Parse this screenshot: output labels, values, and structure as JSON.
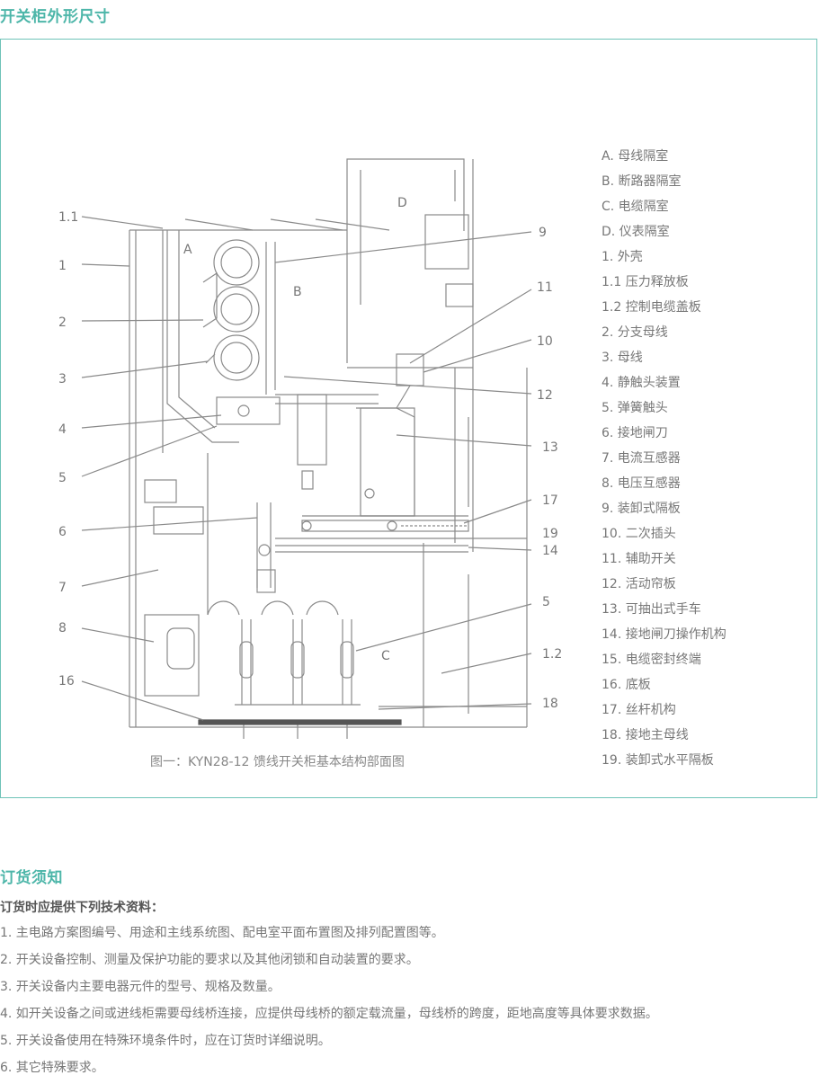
{
  "section1": {
    "title": "开关柜外形尺寸"
  },
  "figure": {
    "caption": "图一：KYN28-12 馈线开关柜基本结构部面图",
    "compartment_letters": [
      "A",
      "B",
      "C",
      "D"
    ],
    "callouts_left": [
      "1.1",
      "1",
      "2",
      "3",
      "4",
      "5",
      "6",
      "7",
      "8",
      "16"
    ],
    "callouts_right": [
      "9",
      "11",
      "10",
      "12",
      "13",
      "17",
      "19",
      "14",
      "5",
      "1.2",
      "18"
    ],
    "legend": [
      "A. 母线隔室",
      "B. 断路器隔室",
      "C. 电缆隔室",
      "D. 仪表隔室",
      "1. 外壳",
      "1.1 压力释放板",
      "1.2 控制电缆盖板",
      "2. 分支母线",
      "3. 母线",
      "4. 静触头装置",
      "5. 弹簧触头",
      "6. 接地闸刀",
      "7. 电流互感器",
      "8. 电压互感器",
      "9. 装卸式隔板",
      "10. 二次插头",
      "11. 辅助开关",
      "12. 活动帘板",
      "13. 可抽出式手车",
      "14. 接地闸刀操作机构",
      "15. 电缆密封终端",
      "16. 底板",
      "17. 丝杆机构",
      "18. 接地主母线",
      "19. 装卸式水平隔板"
    ]
  },
  "section2": {
    "title": "订货须知",
    "subtitle": "订货时应提供下列技术资料：",
    "items": [
      "1. 主电路方案图编号、用途和主线系统图、配电室平面布置图及排列配置图等。",
      "2. 开关设备控制、测量及保护功能的要求以及其他闭锁和自动装置的要求。",
      "3. 开关设备内主要电器元件的型号、规格及数量。",
      "4. 如开关设备之间或进线柜需要母线桥连接，应提供母线桥的额定载流量，母线桥的跨度，距地高度等具体要求数据。",
      "5. 开关设备使用在特殊环境条件时，应在订货时详细说明。",
      "6. 其它特殊要求。"
    ]
  },
  "colors": {
    "accent": "#4db6a9",
    "frame_border": "#6fc3b8",
    "drawing_line": "#8a8a8a"
  }
}
